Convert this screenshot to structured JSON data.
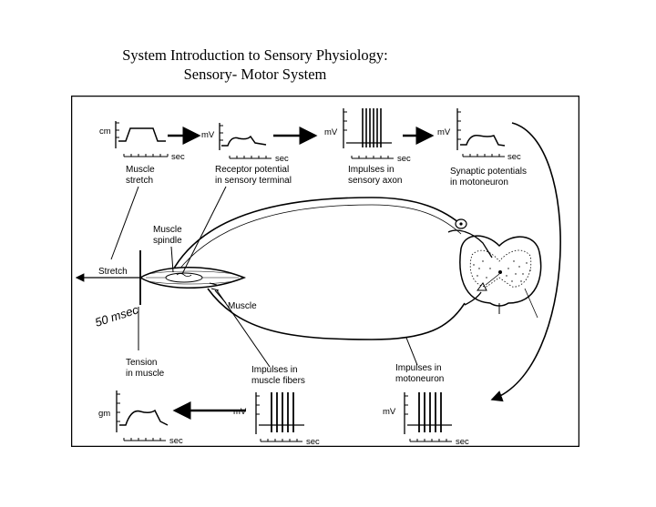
{
  "title": {
    "line1": "System Introduction to Sensory Physiology:",
    "line2": "Sensory- Motor System"
  },
  "units": {
    "cm": "cm",
    "mv": "mV",
    "gm": "gm",
    "sec": "sec"
  },
  "labels": {
    "muscle_stretch_1": "Muscle",
    "muscle_stretch_2": "stretch",
    "receptor_1": "Receptor potential",
    "receptor_2": "in sensory terminal",
    "sensory_axon_1": "Impulses in",
    "sensory_axon_2": "sensory axon",
    "synaptic_1": "Synaptic potentials",
    "synaptic_2": "in motoneuron",
    "spindle_1": "Muscle",
    "spindle_2": "spindle",
    "stretch": "Stretch",
    "muscle": "Muscle",
    "tension_1": "Tension",
    "tension_2": "in muscle",
    "muscle_fibers_1": "Impulses in",
    "muscle_fibers_2": "muscle fibers",
    "motoneuron_1": "Impulses in",
    "motoneuron_2": "motoneuron",
    "handwritten": "50 msec"
  }
}
